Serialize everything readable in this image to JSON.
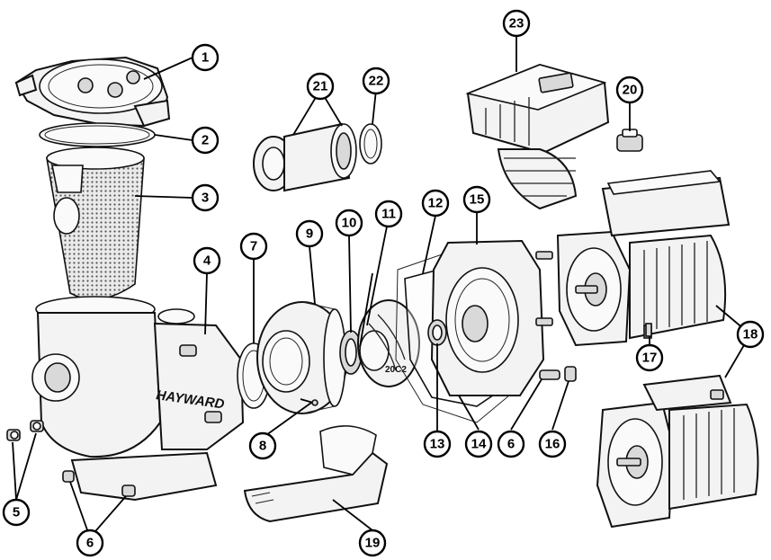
{
  "brand_label": "HAYWARD",
  "impeller_code": "20C2",
  "callouts": [
    "1",
    "2",
    "3",
    "4",
    "5",
    "6",
    "7",
    "8",
    "9",
    "10",
    "11",
    "12",
    "13",
    "14",
    "15",
    "16",
    "17",
    "18",
    "19",
    "20",
    "21",
    "22",
    "23"
  ]
}
